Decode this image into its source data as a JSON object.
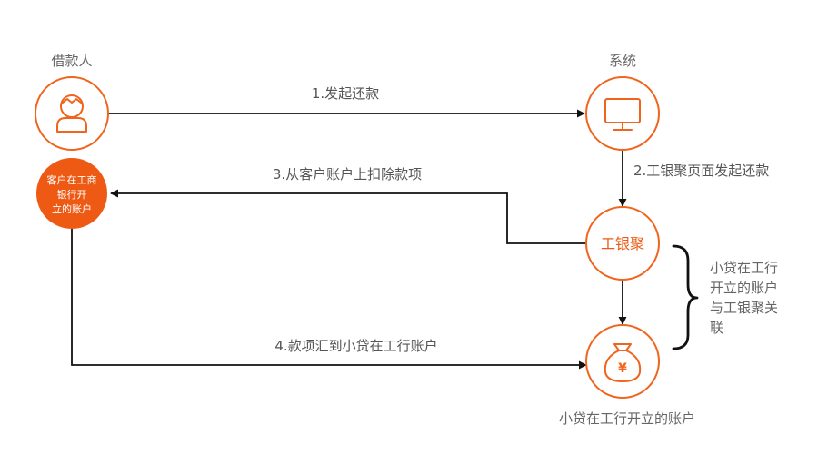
{
  "nodes": {
    "borrower": {
      "label": "借款人",
      "icon": "person-icon"
    },
    "system": {
      "label": "系统",
      "icon": "monitor-icon"
    },
    "account": {
      "line1": "客户在工商",
      "line2": "银行开",
      "line3": "立的账户"
    },
    "gyj": {
      "label": "工银聚"
    },
    "xiaodai": {
      "label": "小贷在工行开立的账户",
      "icon": "money-bag-icon",
      "symbol": "¥"
    }
  },
  "edges": {
    "e1": "1.发起还款",
    "e2": "2.工银聚页面发起还款",
    "e3": "3.从客户账户上扣除款项",
    "e4": "4.款项汇到小贷在工行账户"
  },
  "note": {
    "line1": "小贷在工行",
    "line2": "开立的账户",
    "line3": "与工银聚关",
    "line4": "联"
  },
  "colors": {
    "accent": "#f0651e",
    "text": "#666666",
    "line": "#111111"
  }
}
